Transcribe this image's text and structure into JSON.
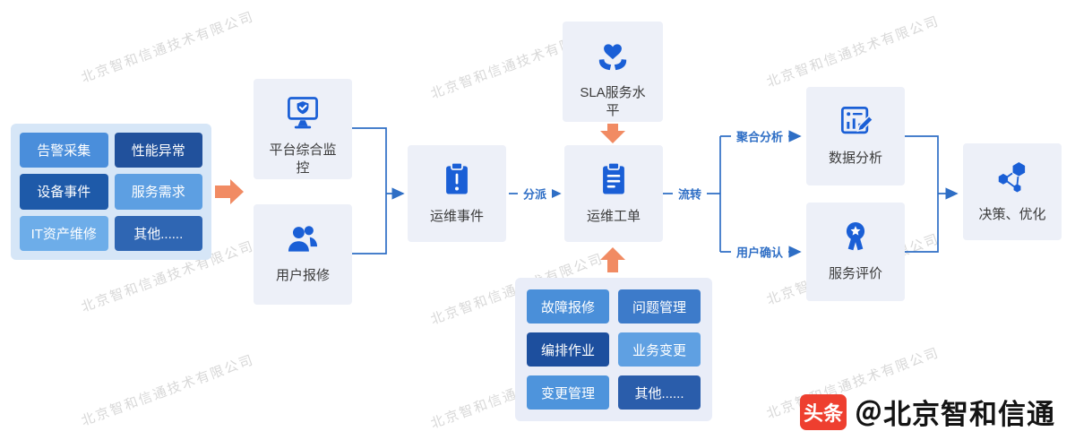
{
  "watermark": {
    "text": "北京智和信通技术有限公司"
  },
  "colors": {
    "line_blue": "#2e6ec5",
    "icon_blue": "#1a5fd6",
    "arrow_orange": "#f18b63",
    "node_bg": "#edf0f8",
    "left_panel_bg": "#d6e6f7",
    "bottom_panel_bg": "#e9edf8"
  },
  "sources": {
    "tiles": [
      {
        "label": "告警采集",
        "color": "#4a8edb"
      },
      {
        "label": "性能异常",
        "color": "#21519c"
      },
      {
        "label": "设备事件",
        "color": "#1e5aa9"
      },
      {
        "label": "服务需求",
        "color": "#5d9fe2"
      },
      {
        "label": "IT资产维修",
        "color": "#6dade9"
      },
      {
        "label": "其他......",
        "color": "#2f66b3"
      }
    ]
  },
  "nodes": {
    "platform_monitor": {
      "label": "平台综合监控"
    },
    "user_repair": {
      "label": "用户报修"
    },
    "ops_event": {
      "label": "运维事件"
    },
    "ops_ticket": {
      "label": "运维工单"
    },
    "sla": {
      "label": "SLA服务水平"
    },
    "data_analysis": {
      "label": "数据分析"
    },
    "service_eval": {
      "label": "服务评价"
    },
    "decision": {
      "label": "决策、优化"
    }
  },
  "edges": {
    "dispatch_label": "分派",
    "flow_label": "流转",
    "aggregate_label": "聚合分析",
    "confirm_label": "用户确认"
  },
  "ticket_types": {
    "tiles": [
      {
        "label": "故障报修",
        "color": "#4a8fd9"
      },
      {
        "label": "问题管理",
        "color": "#3d7bca"
      },
      {
        "label": "编排作业",
        "color": "#1d4f9e"
      },
      {
        "label": "业务变更",
        "color": "#5fa0e2"
      },
      {
        "label": "变更管理",
        "color": "#4e94dc"
      },
      {
        "label": "其他......",
        "color": "#2a5dab"
      }
    ]
  },
  "branding": {
    "badge": "头条",
    "badge_color": "#ee3f2f",
    "handle": "＠北京智和信通"
  }
}
